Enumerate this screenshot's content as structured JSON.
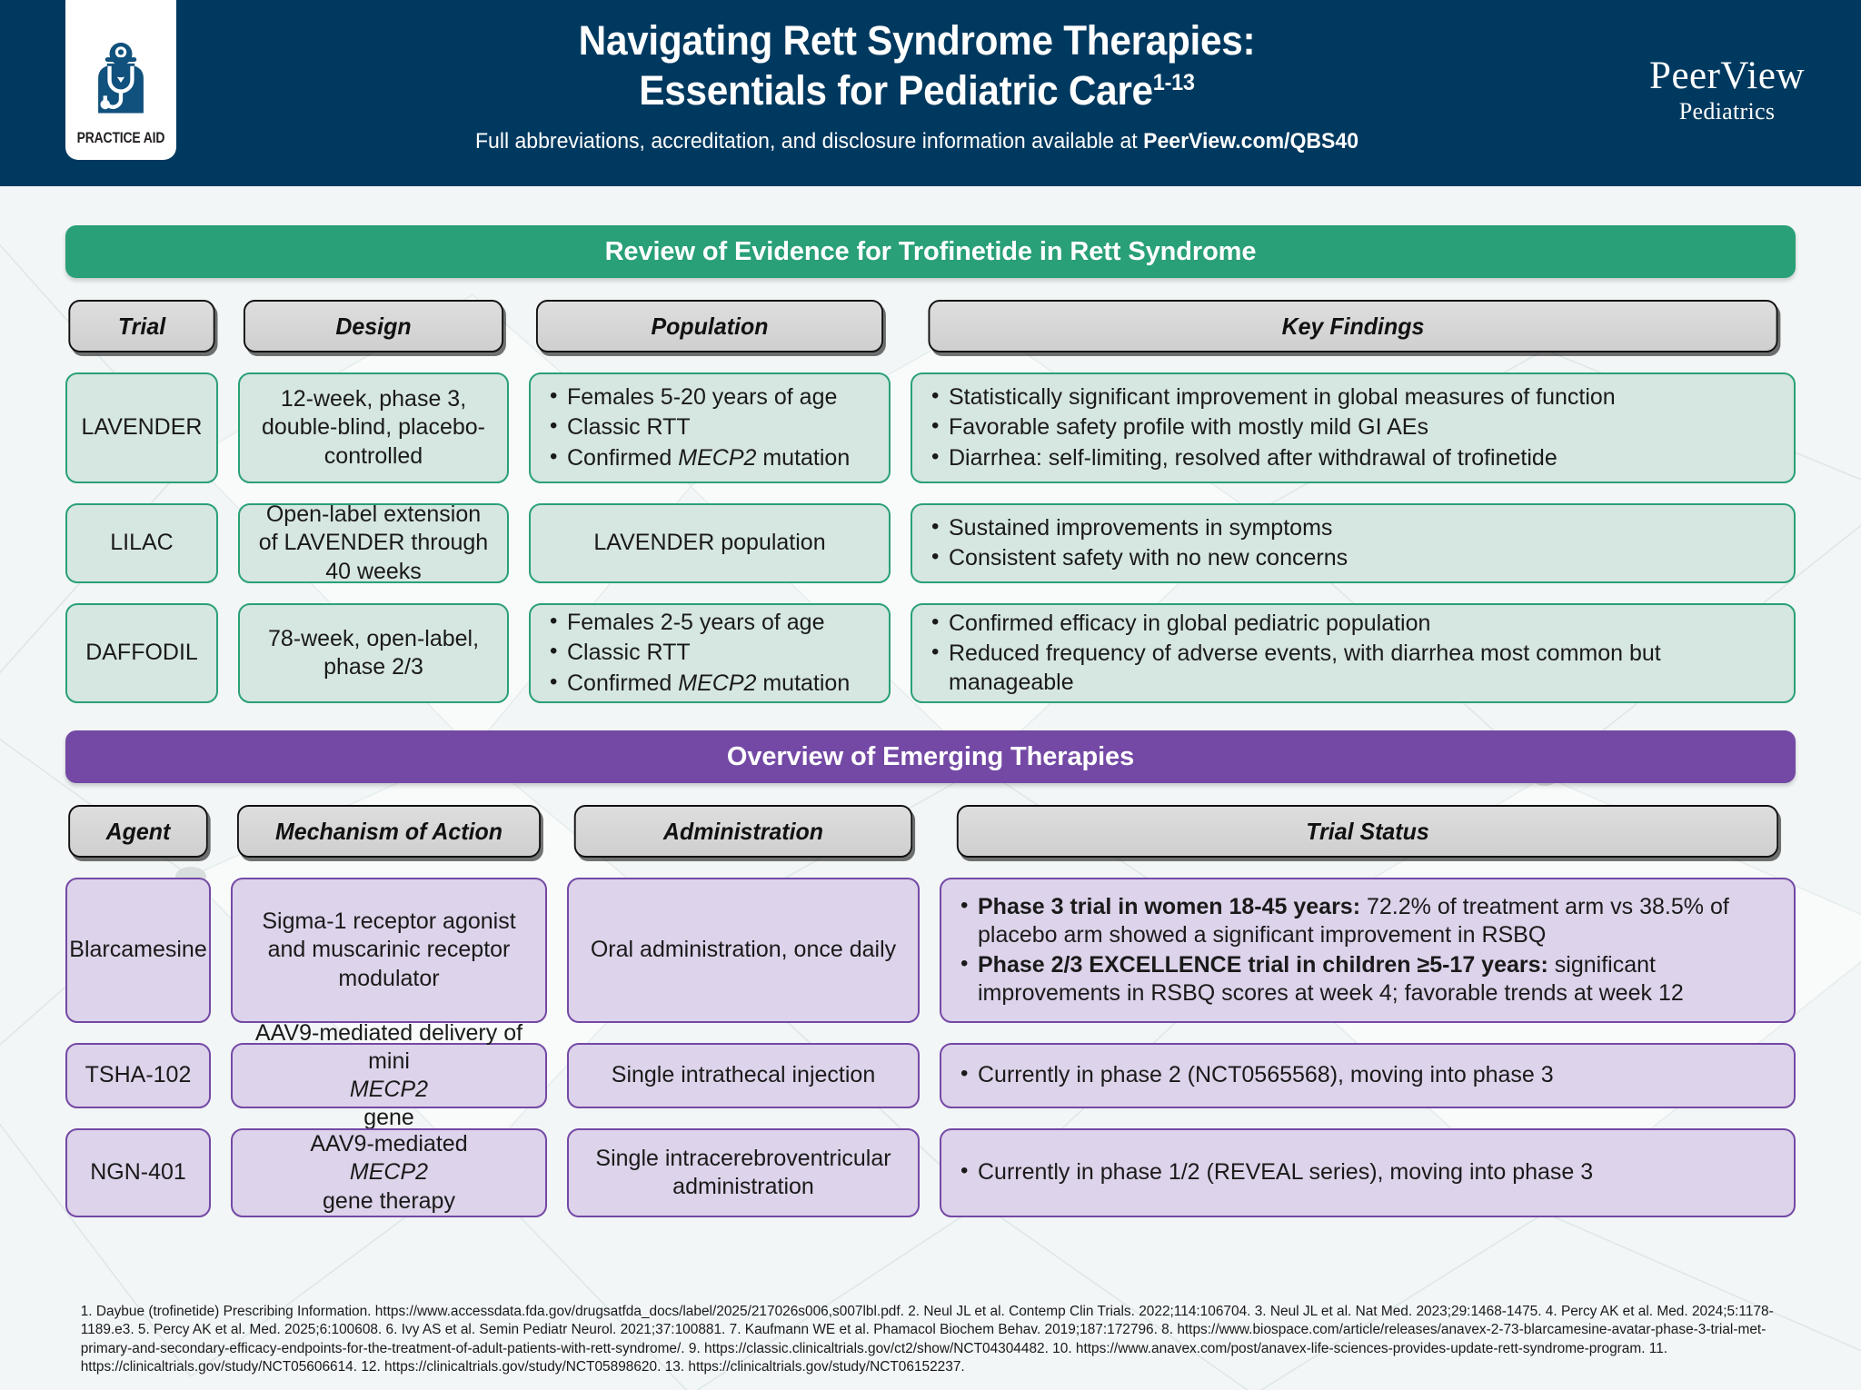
{
  "header": {
    "badge_label": "PRACTICE AID",
    "badge_icon": "doctor-stethoscope-icon",
    "title_line1": "Navigating Rett Syndrome Therapies:",
    "title_line2": "Essentials for Pediatric Care",
    "title_superscript": "1-13",
    "subtitle_prefix": "Full abbreviations, accreditation, and disclosure information available at ",
    "subtitle_link": "PeerView.com/QBS40",
    "logo_main": "PeerView",
    "logo_sub": "Pediatrics",
    "navy": "#00395f"
  },
  "section1": {
    "band_title": "Review of Evidence for Trofinetide in Rett Syndrome",
    "band_color": "#29a077",
    "cell_fill": "#d6e6e0",
    "cell_border": "#2aa077",
    "headers": [
      "Trial",
      "Design",
      "Population",
      "Key Findings"
    ],
    "rows": [
      {
        "trial": "LAVENDER",
        "design": "12-week, phase 3, double-blind, placebo-controlled",
        "population": [
          "Females 5-20 years of age",
          "Classic RTT",
          "Confirmed MECP2 mutation"
        ],
        "population_italic": "MECP2",
        "key_findings": [
          "Statistically significant improvement in global measures of function",
          "Favorable safety profile with mostly mild GI AEs",
          "Diarrhea: self-limiting, resolved after withdrawal of trofinetide"
        ]
      },
      {
        "trial": "LILAC",
        "design": "Open-label extension of LAVENDER through 40 weeks",
        "population_single": "LAVENDER population",
        "key_findings": [
          "Sustained improvements in symptoms",
          "Consistent safety with no new concerns"
        ]
      },
      {
        "trial": "DAFFODIL",
        "design": "78-week, open-label, phase 2/3",
        "population": [
          "Females 2-5 years of age",
          "Classic RTT",
          "Confirmed MECP2 mutation"
        ],
        "key_findings": [
          "Confirmed efficacy in global pediatric population",
          "Reduced frequency of adverse events, with diarrhea most common but manageable"
        ]
      }
    ]
  },
  "section2": {
    "band_title": "Overview of Emerging Therapies",
    "band_color": "#7449a5",
    "cell_fill": "#ddd3ea",
    "cell_border": "#7449a5",
    "headers": [
      "Agent",
      "Mechanism of Action",
      "Administration",
      "Trial Status"
    ],
    "rows": [
      {
        "agent": "Blarcamesine",
        "moa": "Sigma-1 receptor agonist and muscarinic receptor modulator",
        "administration": "Oral administration, once daily",
        "status_bullets": [
          {
            "bold": "Phase 3 trial in women 18-45 years:",
            "rest": " 72.2% of treatment arm vs 38.5% of placebo arm showed a significant improvement in RSBQ"
          },
          {
            "bold": "Phase 2/3 EXCELLENCE trial in children ≥5-17 years:",
            "rest": " significant improvements in RSBQ scores at week 4; favorable trends at week 12"
          }
        ]
      },
      {
        "agent": "TSHA-102",
        "moa_prefix": "AAV9-mediated delivery of mini",
        "moa_italic": "MECP2",
        "moa_suffix": " gene",
        "administration": "Single intrathecal injection",
        "status_bullets": [
          {
            "bold": "",
            "rest": "Currently in phase 2 (NCT0565568), moving into phase 3"
          }
        ]
      },
      {
        "agent": "NGN-401",
        "moa_prefix": "AAV9-mediated ",
        "moa_italic": "MECP2",
        "moa_suffix": " gene therapy",
        "administration": "Single intracerebroventricular administration",
        "status_bullets": [
          {
            "bold": "",
            "rest": "Currently in phase 1/2 (REVEAL series), moving into phase 3"
          }
        ]
      }
    ]
  },
  "references": {
    "text": "1. Daybue (trofinetide) Prescribing Information. https://www.accessdata.fda.gov/drugsatfda_docs/label/2025/217026s006,s007lbl.pdf. 2. Neul JL et al. Contemp Clin Trials. 2022;114:106704. 3. Neul JL et al. Nat Med. 2023;29:1468-1475. 4. Percy AK et al. Med. 2024;5:1178-1189.e3. 5. Percy AK et al. Med. 2025;6:100608. 6. Ivy AS et al. Semin Pediatr Neurol. 2021;37:100881. 7. Kaufmann WE et al. Phamacol Biochem Behav. 2019;187:172796. 8. https://www.biospace.com/article/releases/anavex-2-73-blarcamesine-avatar-phase-3-trial-met-primary-and-secondary-efficacy-endpoints-for-the-treatment-of-adult-patients-with-rett-syndrome/. 9. https://classic.clinicaltrials.gov/ct2/show/NCT04304482. 10. https://www.anavex.com/post/anavex-life-sciences-provides-update-rett-syndrome-program. 11. https://clinicaltrials.gov/study/NCT05606614. 12. https://clinicaltrials.gov/study/NCT05898620. 13. https://clinicaltrials.gov/study/NCT06152237."
  }
}
